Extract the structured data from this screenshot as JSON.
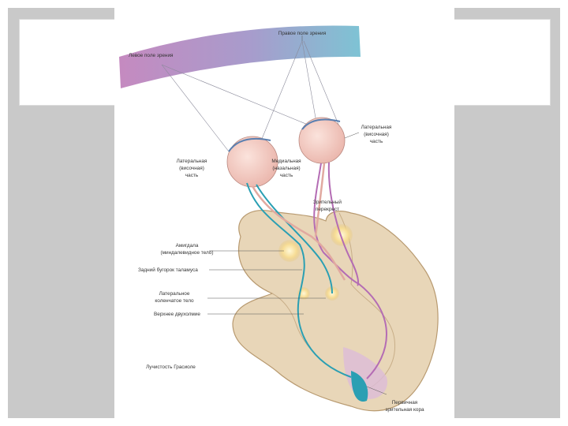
{
  "diagram": {
    "labels": {
      "right_field": "Правое поле зрения",
      "left_field": "Левое поле зрения",
      "lateral_1": "Латеральная",
      "lateral_2": "(височная)",
      "lateral_3": "часть",
      "temporal_1": "Латеральная",
      "temporal_2": "(височная)",
      "temporal_3": "часть",
      "medial_1": "Медиальная",
      "medial_2": "(назальная)",
      "medial_3": "часть",
      "chiasm_1": "Зрительный",
      "chiasm_2": "перекрест",
      "amygdala_1": "Амигдала",
      "amygdala_2": "(миндалевидное тело)",
      "pulvinar": "Задний бугорок таламуса",
      "lgn_1": "Латеральное",
      "lgn_2": "коленчатое тело",
      "superior_colliculus": "Верхнее двухолмие",
      "radiation": "Лучистость Грасиоле",
      "cortex_1": "Первичная",
      "cortex_2": "зрительная кора"
    },
    "colors": {
      "left_field": "#c58ac0",
      "right_field": "#7ec3d4",
      "teal_pathway": "#2a9fb3",
      "purple_pathway": "#b46cb4",
      "brain_tissue": "#e8d6b8",
      "eyeball": "#f2c9c0"
    }
  }
}
